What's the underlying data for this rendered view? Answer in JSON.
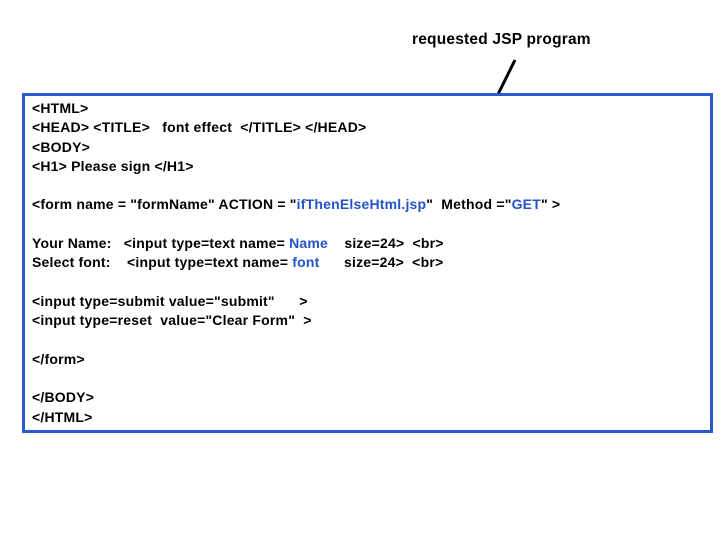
{
  "slide": {
    "title": "requested JSP program"
  },
  "colors": {
    "code_blue": "#2353c8",
    "box_border": "#2a58cf",
    "arrow": "#000000"
  },
  "code_box": {
    "lines": [
      {
        "segments": [
          {
            "text": "<HTML>",
            "color": "black"
          }
        ]
      },
      {
        "segments": [
          {
            "text": "<HEAD> <TITLE>   font effect  </TITLE> </HEAD>",
            "color": "black"
          }
        ]
      },
      {
        "segments": [
          {
            "text": "<BODY>",
            "color": "black"
          }
        ]
      },
      {
        "segments": [
          {
            "text": "<H1> Please sign </H1>",
            "color": "black"
          }
        ]
      },
      {
        "segments": []
      },
      {
        "segments": [
          {
            "text": "<form name = \"formName\" ACTION = \"",
            "color": "black"
          },
          {
            "text": "ifThenElseHtml.jsp",
            "color": "blue"
          },
          {
            "text": "\"  Method =\"",
            "color": "black"
          },
          {
            "text": "GET",
            "color": "blue"
          },
          {
            "text": "\" >",
            "color": "black"
          }
        ]
      },
      {
        "segments": []
      },
      {
        "segments": [
          {
            "text": "Your Name:   <input type=text name= ",
            "color": "black"
          },
          {
            "text": "Name",
            "color": "blue"
          },
          {
            "text": "    size=24>  <br>",
            "color": "black"
          }
        ]
      },
      {
        "segments": [
          {
            "text": "Select font:    <input type=text name= ",
            "color": "black"
          },
          {
            "text": "font",
            "color": "blue"
          },
          {
            "text": "      size=24>  <br>",
            "color": "black"
          }
        ]
      },
      {
        "segments": []
      },
      {
        "segments": [
          {
            "text": "<input type=submit value=\"submit\"      >",
            "color": "black"
          }
        ]
      },
      {
        "segments": [
          {
            "text": "<input type=reset  value=\"Clear Form\"  >",
            "color": "black"
          }
        ]
      },
      {
        "segments": []
      },
      {
        "segments": [
          {
            "text": "</form>",
            "color": "black"
          }
        ]
      },
      {
        "segments": []
      },
      {
        "segments": [
          {
            "text": "</BODY>",
            "color": "black"
          }
        ]
      },
      {
        "segments": [
          {
            "text": "</HTML>",
            "color": "black"
          }
        ]
      }
    ]
  }
}
